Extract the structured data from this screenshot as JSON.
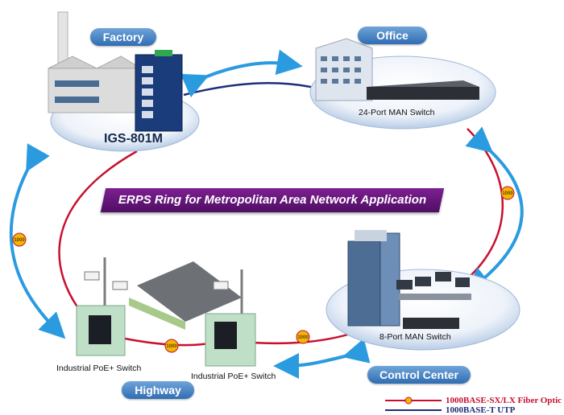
{
  "banner": {
    "title": "ERPS Ring for Metropolitan Area Network Application"
  },
  "sites": {
    "factory": "Factory",
    "office": "Office",
    "control_center": "Control Center",
    "highway": "Highway"
  },
  "devices": {
    "factory_model": "IGS-801M",
    "office_switch": "24-Port MAN Switch",
    "control_switch": "8-Port MAN Switch",
    "highway_switch_1": "Industrial PoE+ Switch",
    "highway_switch_2": "Industrial PoE+ Switch"
  },
  "link_badge": "1000",
  "legend": {
    "fiber": "1000BASE-SX/LX Fiber Optic",
    "utp": "1000BASE-T UTP"
  },
  "colors": {
    "fiber": "#c8102e",
    "utp": "#1f2d7a",
    "arrow": "#2b9be0",
    "banner": "#6a1b84",
    "pill": "#3f7fc2"
  }
}
